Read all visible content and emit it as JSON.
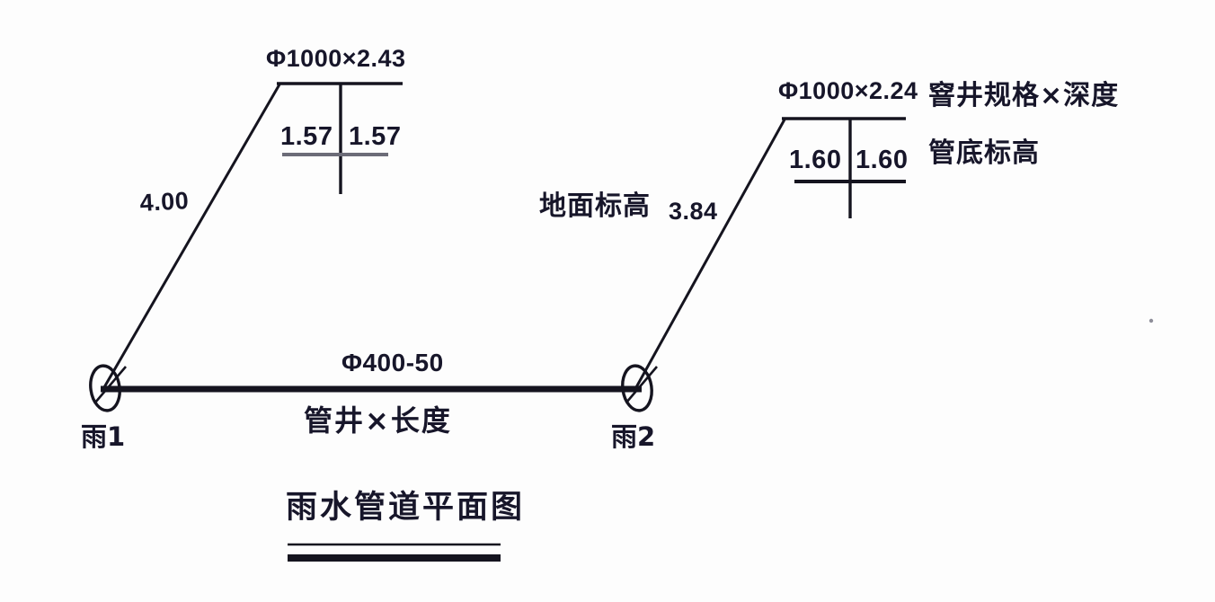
{
  "figure": {
    "title": "雨水管道平面图",
    "type": "storm-drain plan view"
  },
  "manholes": [
    {
      "id": "left",
      "label": "雨1",
      "spec": "Φ1000×2.43",
      "invert_in": "1.57",
      "invert_out": "1.57"
    },
    {
      "id": "right",
      "label": "雨2",
      "spec": "Φ1000×2.24",
      "invert_in": "1.60",
      "invert_out": "1.60"
    }
  ],
  "pipe": {
    "spec": "Φ400-50",
    "note": "管井×长度"
  },
  "dimensions": {
    "left_leader_distance": "4.00"
  },
  "ground": {
    "label": "地面标高",
    "value": "3.84"
  },
  "legend": {
    "spec_note": "窨井规格×深度",
    "invert_note": "管底标高"
  },
  "colors": {
    "ink": "#17162a",
    "line": "#15141f",
    "rule_gray": "#6c6c78",
    "background": "#fdfdfd"
  }
}
